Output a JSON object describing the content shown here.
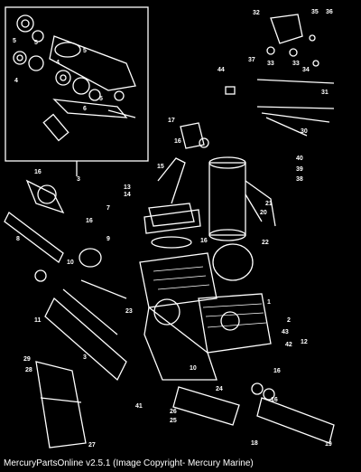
{
  "footer_text": "MercuryPartsOnline v2.5.1 (Image Copyright- Mercury Marine)",
  "colors": {
    "background": "#000000",
    "ink": "#ffffff"
  },
  "callouts": [
    "1",
    "2",
    "3",
    "3",
    "4",
    "4",
    "5",
    "5",
    "5",
    "5",
    "6",
    "7",
    "8",
    "9",
    "10",
    "10",
    "11",
    "12",
    "13",
    "14",
    "15",
    "16",
    "16",
    "16",
    "16",
    "16",
    "16",
    "17",
    "18",
    "19",
    "20",
    "21",
    "22",
    "23",
    "24",
    "25",
    "26",
    "27",
    "28",
    "29",
    "30",
    "31",
    "32",
    "33",
    "33",
    "34",
    "35",
    "36",
    "37",
    "38",
    "39",
    "40",
    "41",
    "42",
    "43",
    "44"
  ]
}
